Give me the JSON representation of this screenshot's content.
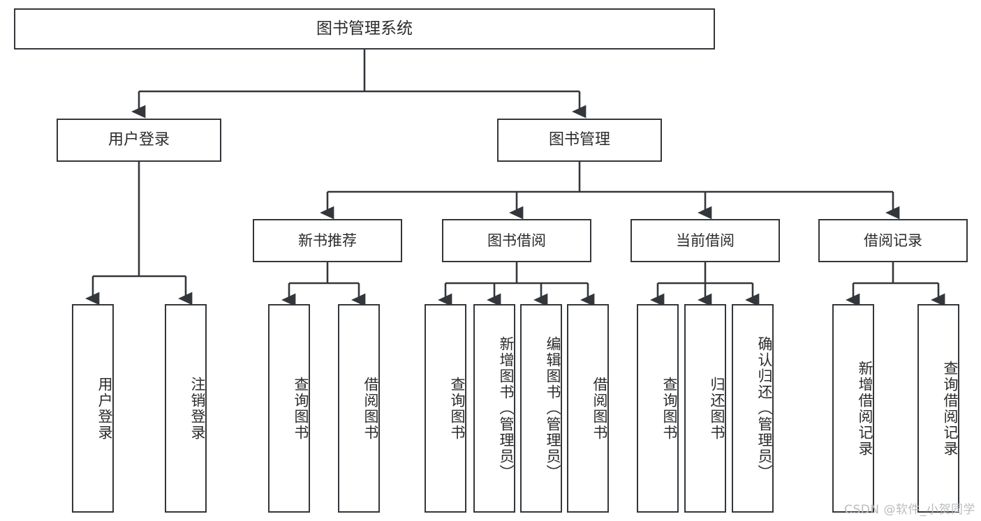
{
  "diagram": {
    "title": "图书管理系统",
    "type": "tree-hierarchy",
    "line_color": "#33373b",
    "box_fill": "#ffffff",
    "text_color": "#2b2b2b",
    "watermark": "CSDN @软件_小贺同学"
  },
  "root": {
    "label": "图书管理系统"
  },
  "level1": [
    {
      "label": "用户登录"
    },
    {
      "label": "图书管理"
    }
  ],
  "level2": [
    {
      "label": "新书推荐"
    },
    {
      "label": "图书借阅"
    },
    {
      "label": "当前借阅"
    },
    {
      "label": "借阅记录"
    }
  ],
  "leaves": {
    "user_login": [
      {
        "label": "用户登录"
      },
      {
        "label": "注销登录"
      }
    ],
    "new_book_recommend": [
      {
        "label": "查询图书"
      },
      {
        "label": "借阅图书"
      }
    ],
    "book_borrow": [
      {
        "label": "查询图书"
      },
      {
        "label": "新增图书（管理员）"
      },
      {
        "label": "编辑图书（管理员）"
      },
      {
        "label": "借阅图书"
      }
    ],
    "current_borrow": [
      {
        "label": "查询图书"
      },
      {
        "label": "归还图书"
      },
      {
        "label": "确认归还（管理员）"
      }
    ],
    "borrow_record": [
      {
        "label": "新增借阅记录"
      },
      {
        "label": "查询借阅记录"
      }
    ]
  }
}
